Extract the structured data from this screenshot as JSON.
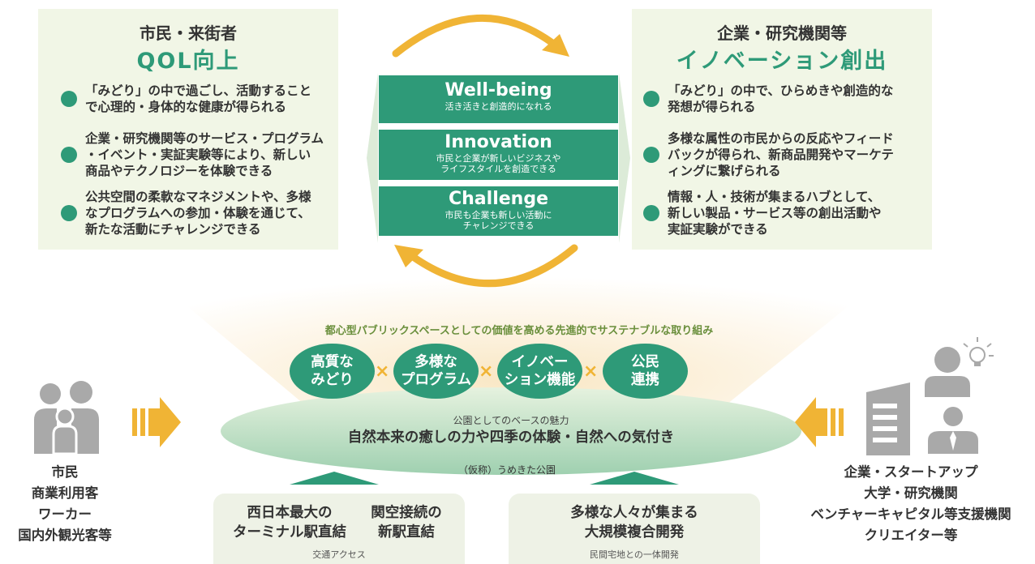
{
  "left_panel": {
    "subtitle": "市民・来街者",
    "title": "QOL向上",
    "bullets": [
      "「みどり」の中で過ごし、活動すること\nで心理的・身体的な健康が得られる",
      "企業・研究機関等のサービス・プログラム\n・イベント・実証実験等により、新しい\n商品やテクノロジーを体験できる",
      "公共空間の柔軟なマネジメントや、多様\nなプログラムへの参加・体験を通じて、\n新たな活動にチャレンジできる"
    ]
  },
  "right_panel": {
    "subtitle": "企業・研究機関等",
    "title": "イノベーション創出",
    "bullets": [
      "「みどり」の中で、ひらめきや創造的な\n発想が得られる",
      "多様な属性の市民からの反応やフィード\nバックが得られ、新商品開発やマーケテ\nィングに繋げられる",
      "情報・人・技術が集まるハブとして、\n新しい製品・サービス等の創出活動や\n実証実験ができる"
    ]
  },
  "values": [
    {
      "title": "Well-being",
      "sub": "活き活きと創造的になれる"
    },
    {
      "title": "Innovation",
      "sub": "市民と企業が新しいビジネスや\nライフスタイルを創造できる"
    },
    {
      "title": "Challenge",
      "sub": "市民も企業も新しい活動に\nチャレンジできる"
    }
  ],
  "initiative_caption": "都心型パブリックスペースとしての価値を高める先進的でサステナブルな取り組み",
  "pills": [
    "高質な\nみどり",
    "多様な\nプログラム",
    "イノベー\nション機能",
    "公民\n連携"
  ],
  "times_symbol": "×",
  "base": {
    "caption": "公園としてのベースの魅力",
    "title": "自然本来の癒しの力や四季の体験・自然への気付き"
  },
  "park_name": "（仮称）うめきた公園",
  "bottom_left": {
    "item1": "西日本最大の\nターミナル駅直結",
    "item2": "関空接続の\n新駅直結",
    "caption": "交通アクセス"
  },
  "bottom_right": {
    "item1": "多様な人々が集まる\n大規模複合開発",
    "caption": "民間宅地との一体開発"
  },
  "citizens": [
    "市民",
    "商業利用客",
    "ワーカー",
    "国内外観光客等"
  ],
  "companies": [
    "企業・スタートアップ",
    "大学・研究機関",
    "ベンチャーキャピタル等支援機関",
    "クリエイター等"
  ],
  "colors": {
    "accent_green": "#2e9a78",
    "panel_bg": "#f1f6e6",
    "arrow_yellow": "#f0b435",
    "icon_gray": "#a9a9a9"
  },
  "icons": [
    "family-icon",
    "building-icon",
    "person-lightbulb-icon",
    "person-icon",
    "cycle-arrow-top-icon",
    "cycle-arrow-bottom-icon",
    "inflow-arrow-left-icon",
    "inflow-arrow-right-icon"
  ]
}
